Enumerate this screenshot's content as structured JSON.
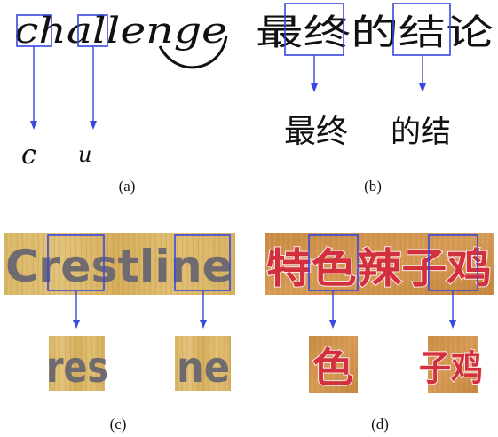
{
  "panels": {
    "a": {
      "caption": "(a)",
      "word": "challenge",
      "crops": [
        "c",
        "u"
      ]
    },
    "b": {
      "caption": "(b)",
      "text": "最终的结论",
      "crops": [
        "最终",
        "的结"
      ]
    },
    "c": {
      "caption": "(c)",
      "text": "Crestline",
      "crops": [
        "res",
        "ne"
      ]
    },
    "d": {
      "caption": "(d)",
      "text": "特色辣子鸡",
      "crops": [
        "色",
        "子鸡"
      ]
    }
  },
  "colors": {
    "box": "#3848e0",
    "wood": "#d9b35c",
    "wood_dark": "#c98a3a",
    "sign_red": "#d2303c"
  }
}
